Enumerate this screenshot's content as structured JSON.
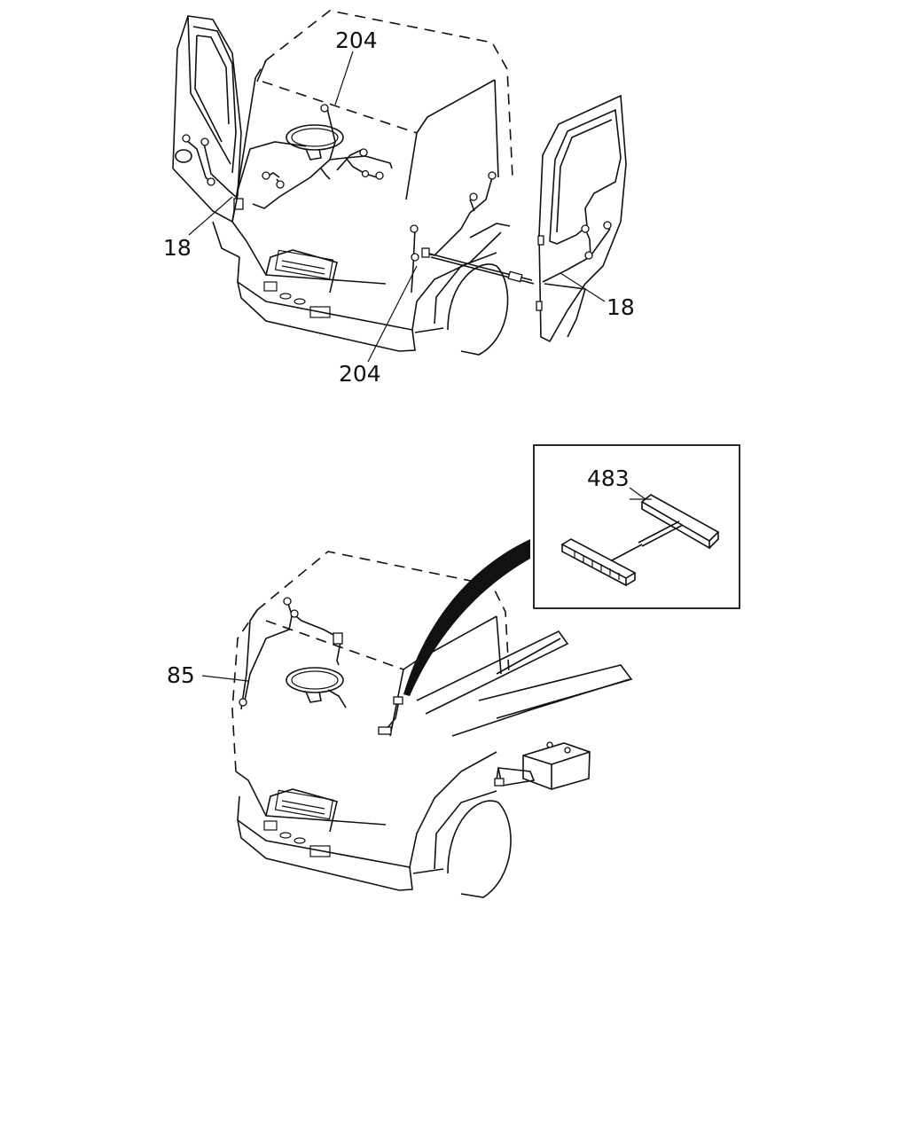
{
  "callouts": {
    "top_harness_upper": "204",
    "top_harness_lower": "204",
    "left_door_harness": "18",
    "right_door_harness": "18",
    "roof_harness": "85",
    "connector_detail": "483"
  }
}
